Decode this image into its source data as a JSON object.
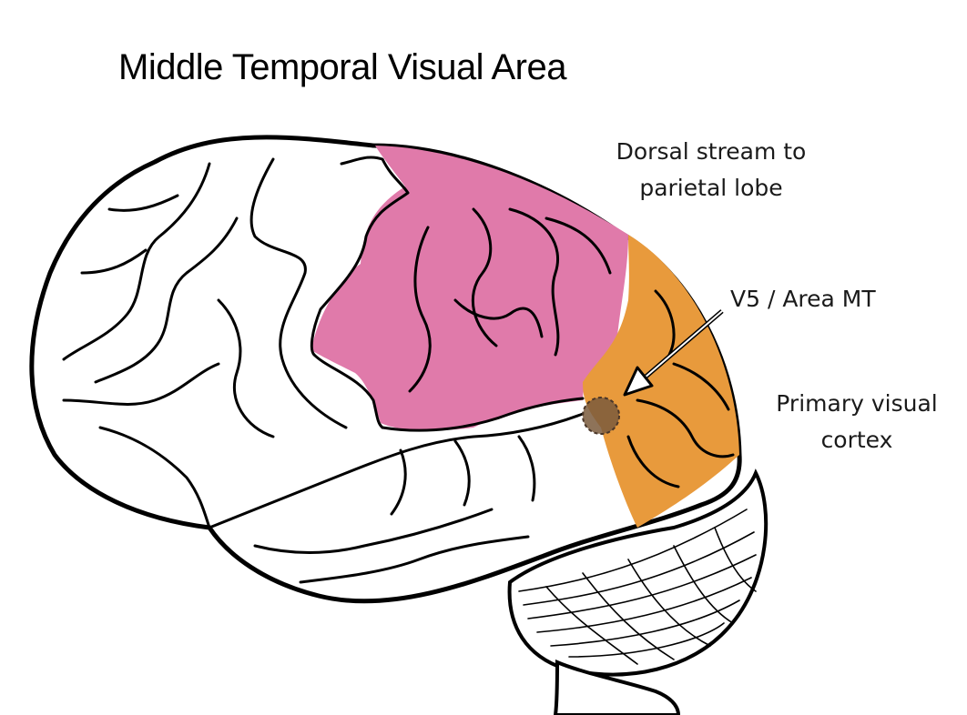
{
  "title": "Middle Temporal Visual Area",
  "labels": {
    "dorsal_stream_line1": "Dorsal stream to",
    "dorsal_stream_line2": "parietal lobe",
    "v5": "V5 / Area MT",
    "primary_visual_line1": "Primary visual",
    "primary_visual_line2": "cortex"
  },
  "colors": {
    "dorsal_region": "#e07aaa",
    "primary_visual_region": "#e89a3c",
    "mt_spot": "#7a5a3c"
  }
}
